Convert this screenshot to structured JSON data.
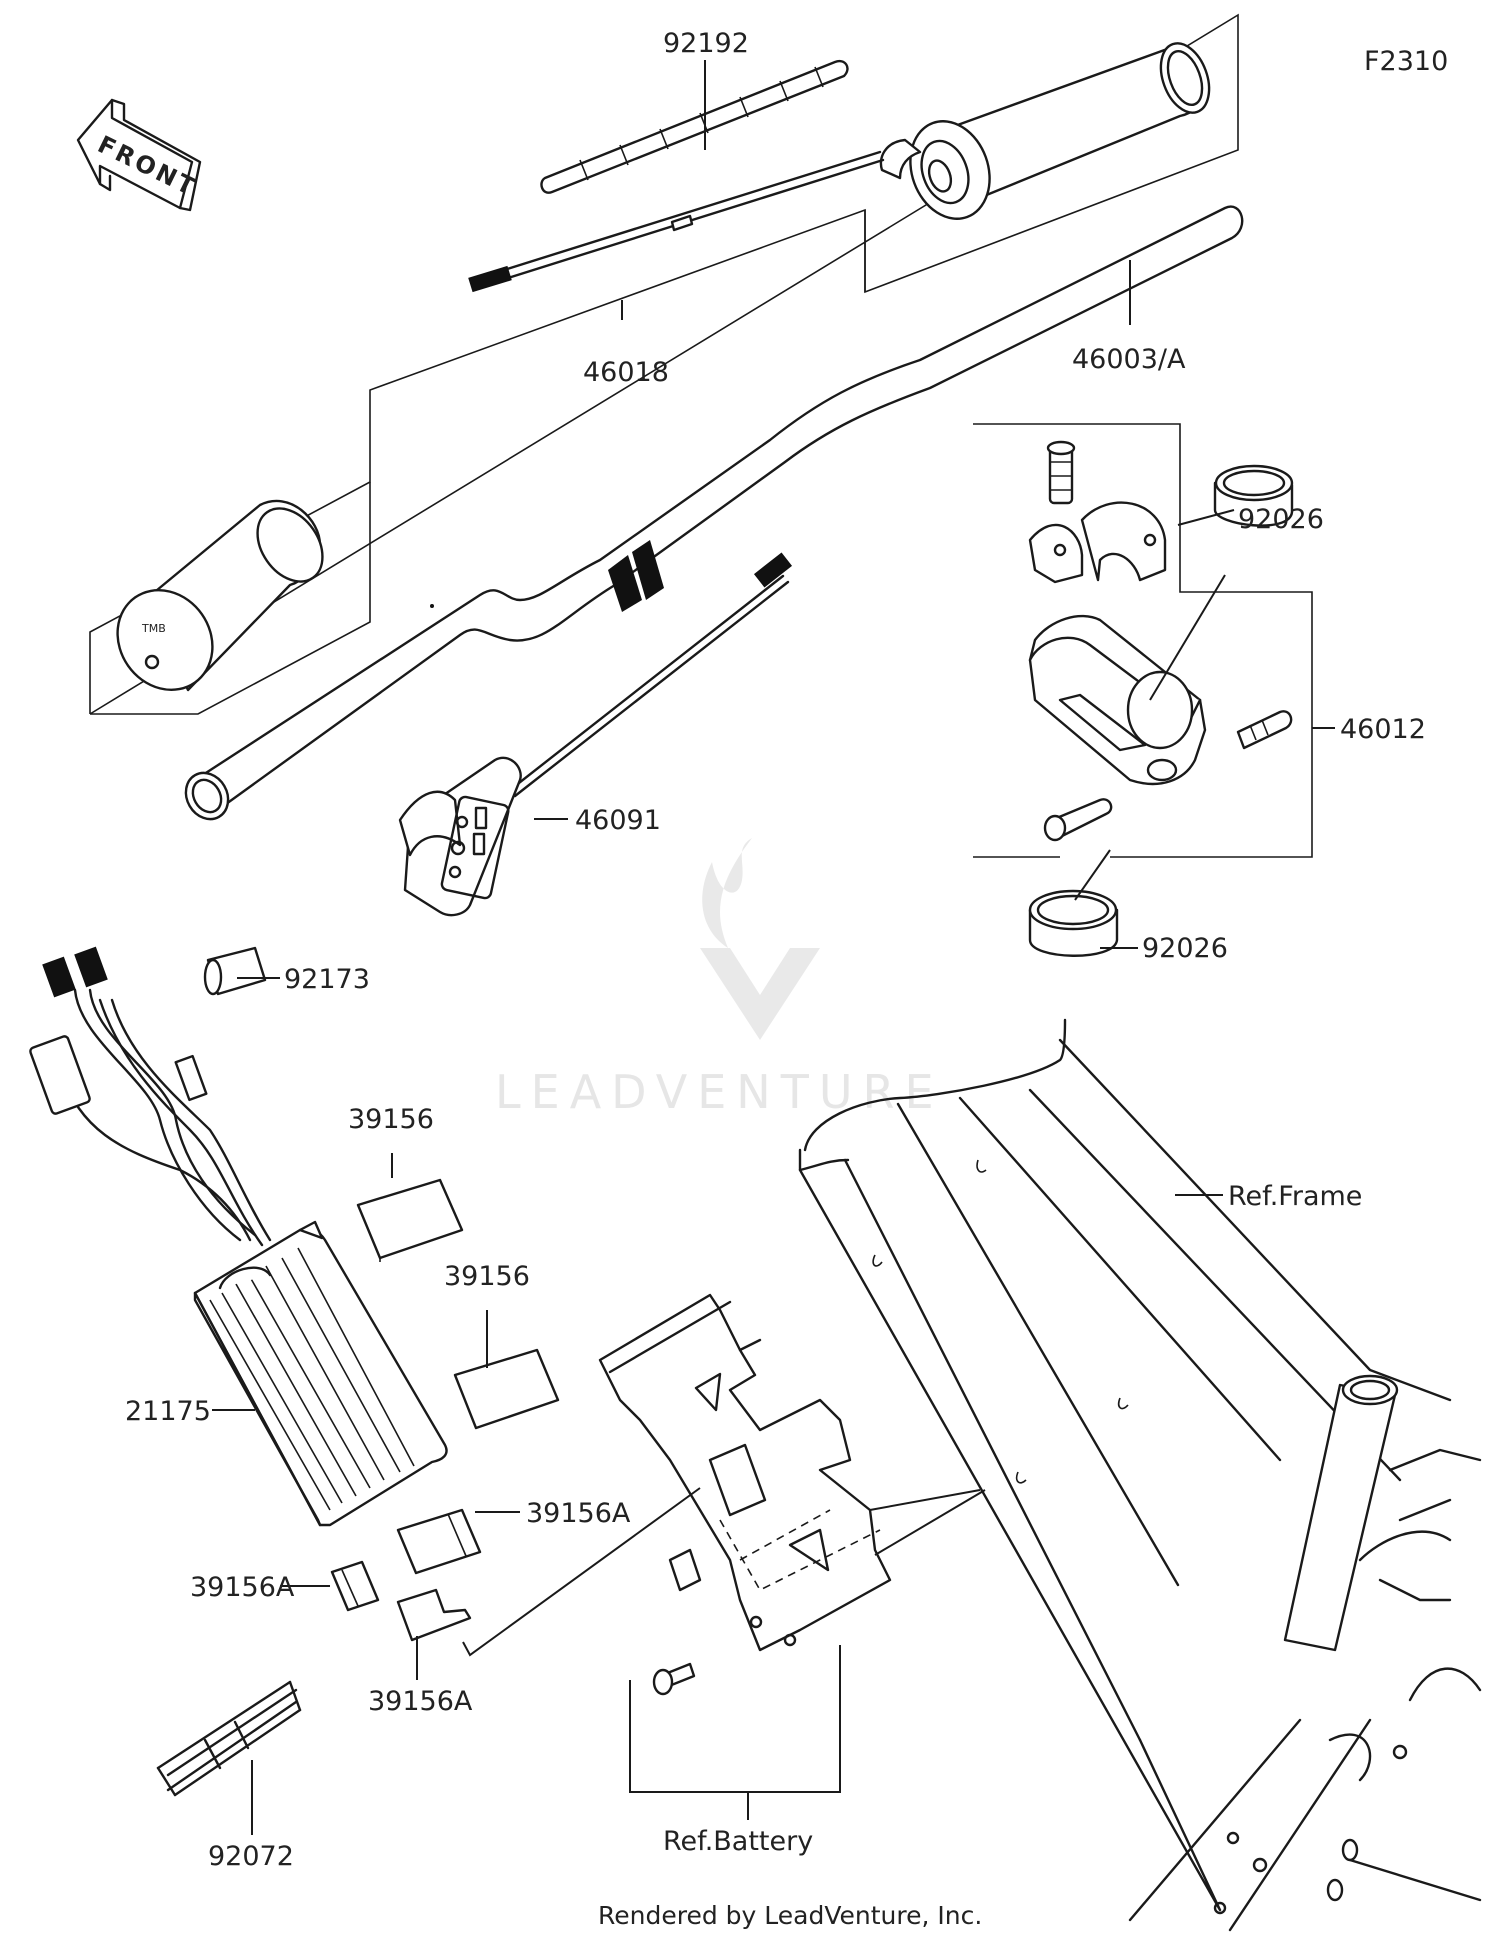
{
  "figure_code": "F2310",
  "front_label": "FRONT",
  "watermark": "LEADVENTURE",
  "grip_marking": "TMB",
  "footer": "Rendered by LeadVenture, Inc.",
  "callouts": {
    "p92192": "92192",
    "p46018": "46018",
    "p46003a": "46003/A",
    "p92026_top": "92026",
    "p46012": "46012",
    "p46091": "46091",
    "p92026_bottom": "92026",
    "p92173": "92173",
    "p39156_top": "39156",
    "p39156_mid": "39156",
    "p21175": "21175",
    "p39156a_right": "39156A",
    "p39156a_left": "39156A",
    "p39156a_bottom": "39156A",
    "p92072": "92072",
    "ref_frame": "Ref.Frame",
    "ref_battery": "Ref.Battery"
  }
}
